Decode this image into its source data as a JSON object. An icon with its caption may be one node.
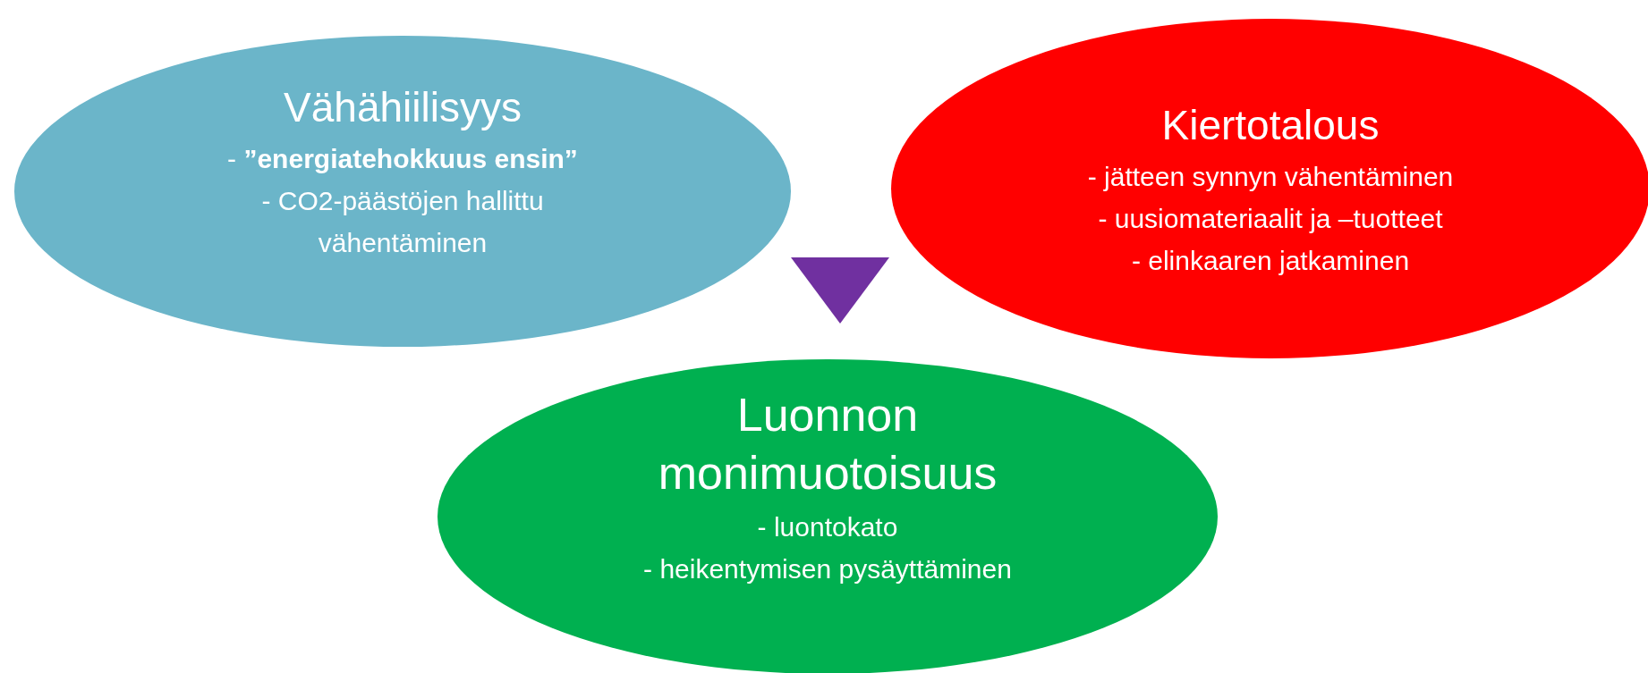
{
  "diagram": {
    "nodes": [
      {
        "text": [
          "Vähähiilisyys",
          "- **”energiatehokkuus ensin”**",
          "- CO2-päästöjen hallittu vähentäminen"
        ]
      },
      {
        "text": [
          "Kiertotalous",
          "- jätteen synnyn vähentäminen",
          "- uusiomateriaalit ja –tuotteet",
          "- elinkaaren jatkaminen"
        ]
      },
      {
        "text": [
          "Luonnon monimuotoisuus",
          "- luontokato",
          "- heikentymisen pysäyttäminen"
        ]
      },
      {
        "text": [],
        "shape": "triangle"
      }
    ]
  }
}
